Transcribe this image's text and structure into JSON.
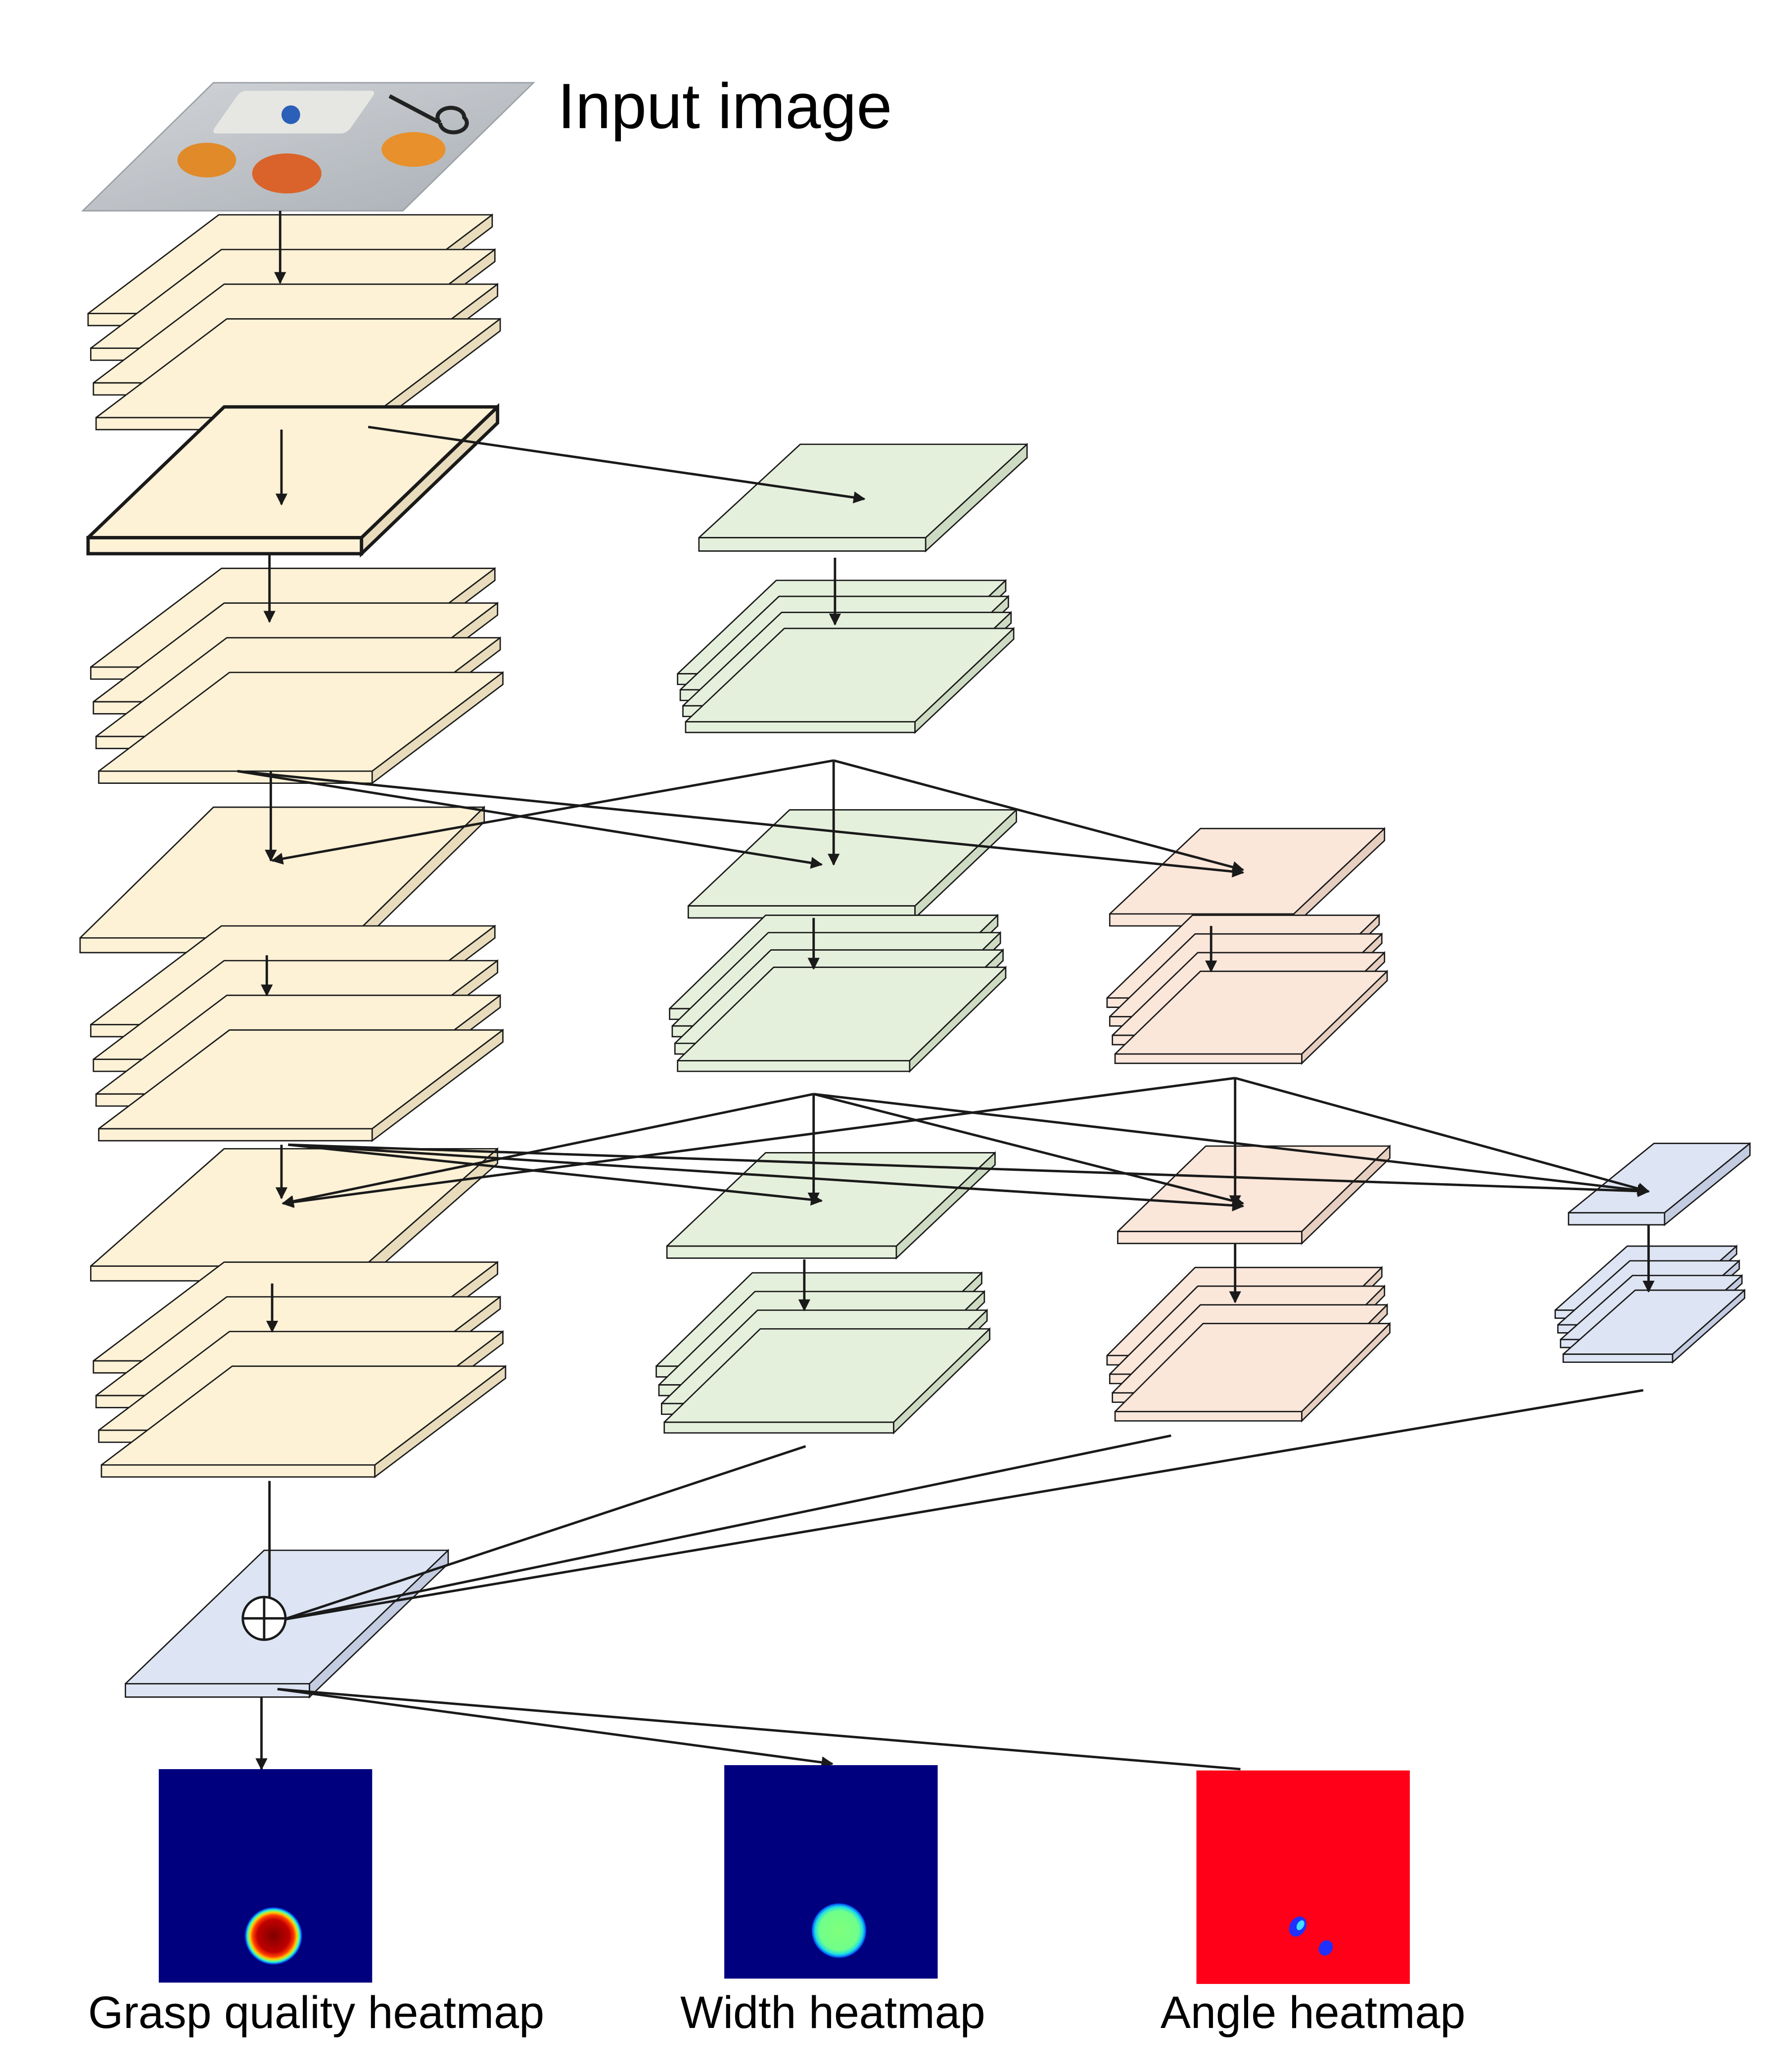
{
  "title": "Input image",
  "outputs": [
    {
      "label": "Grasp quality heatmap",
      "colormap": "jet-blob-hot"
    },
    {
      "label": "Width heatmap",
      "colormap": "jet-blob-green"
    },
    {
      "label": "Angle heatmap",
      "colormap": "red-with-blue-specks"
    }
  ],
  "colors": {
    "yellow_fill": "#fdf1d6",
    "yellow_side": "#e8dcbc",
    "green_fill": "#e5f0dc",
    "green_side": "#cddbc2",
    "peach_fill": "#fbe6da",
    "peach_side": "#e6cfc0",
    "blue_fill": "#dde4f3",
    "blue_side": "#c3cce0",
    "stroke": "#1a1a1a",
    "heat_bg": "#00007f",
    "angle_bg": "#ff0018"
  },
  "icons": {
    "sum": "circled-plus-icon",
    "photo": "input-photo-icon"
  }
}
